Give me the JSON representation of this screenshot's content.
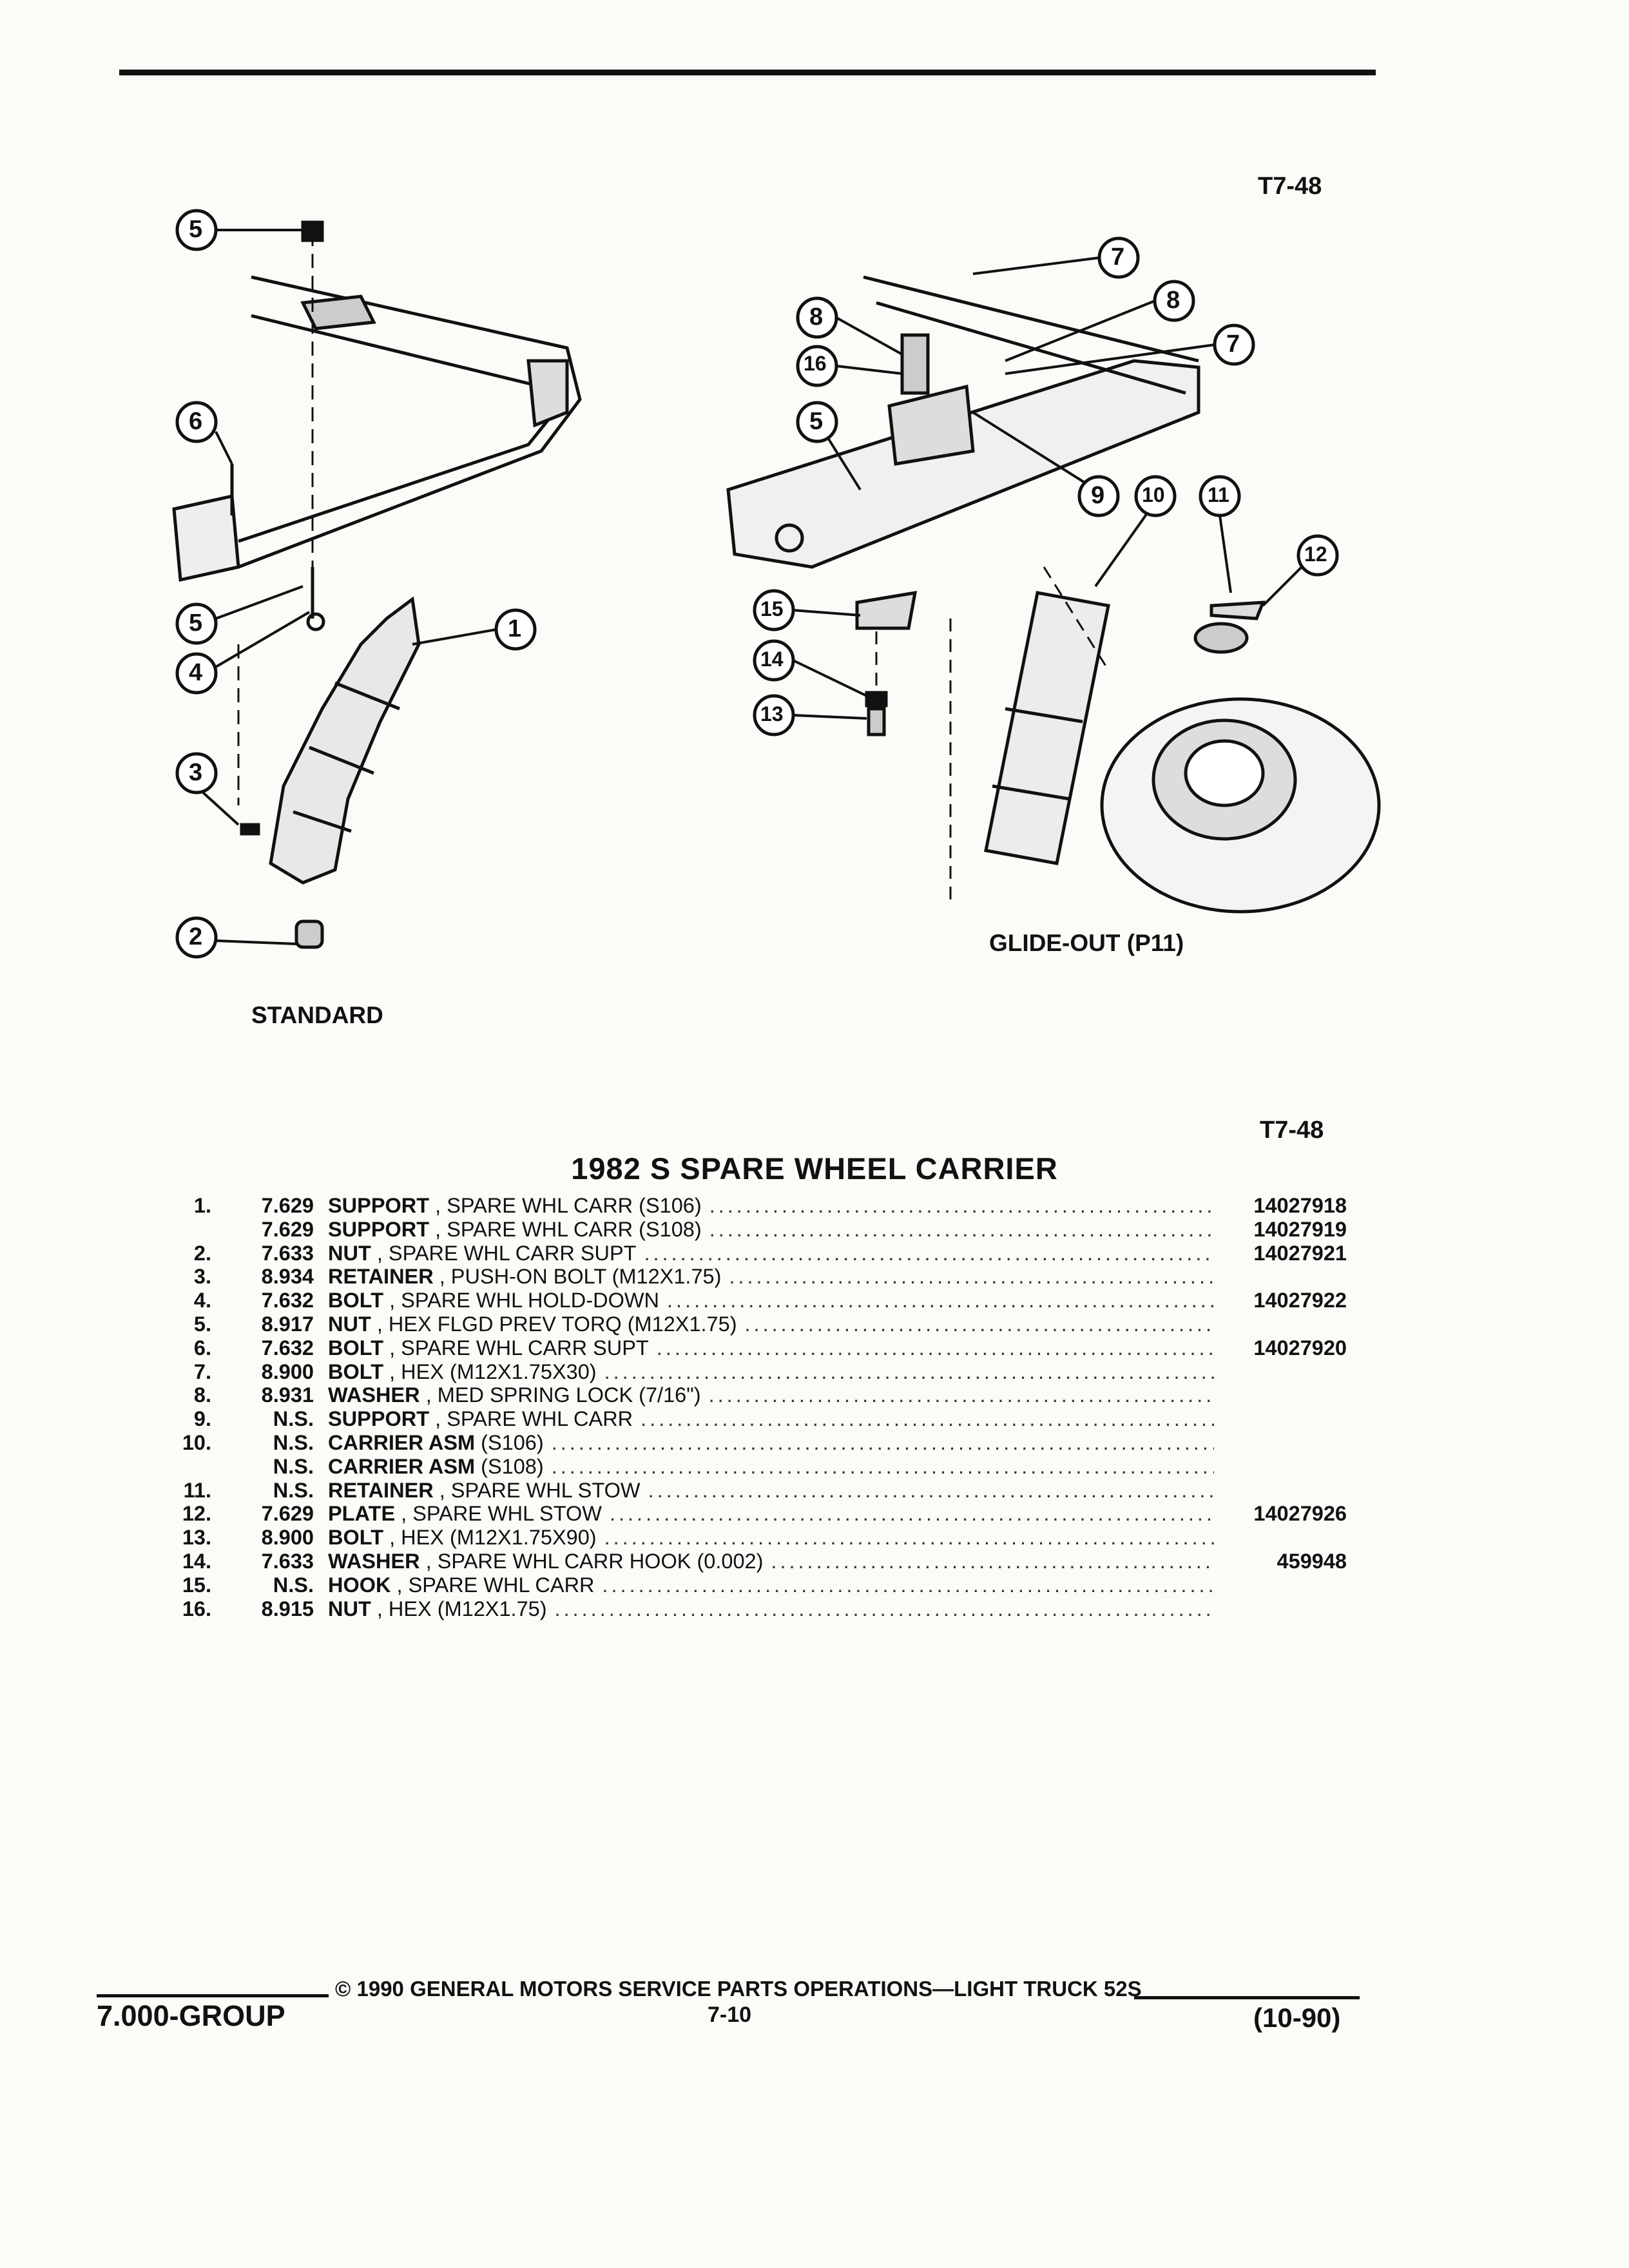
{
  "header": {
    "ref_top": "T7-48"
  },
  "figures": {
    "standard_label": "STANDARD",
    "glide_label": "GLIDE-OUT (P11)",
    "callouts_standard": [
      "5",
      "6",
      "5",
      "4",
      "3",
      "2",
      "1"
    ],
    "callouts_glide": [
      "7",
      "8",
      "7",
      "8",
      "16",
      "5",
      "9",
      "10",
      "11",
      "12",
      "15",
      "14",
      "13"
    ]
  },
  "table": {
    "ref": "T7-48",
    "title": "1982 S SPARE WHEEL CARRIER",
    "rows": [
      {
        "num": "1.",
        "group": "7.629",
        "name": "SUPPORT",
        "rest": ", SPARE WHL CARR (S106)",
        "part": "14027918"
      },
      {
        "num": "",
        "group": "7.629",
        "name": "SUPPORT",
        "rest": ", SPARE WHL CARR (S108)",
        "part": "14027919"
      },
      {
        "num": "2.",
        "group": "7.633",
        "name": "NUT",
        "rest": ", SPARE WHL CARR SUPT",
        "part": "14027921"
      },
      {
        "num": "3.",
        "group": "8.934",
        "name": "RETAINER",
        "rest": ", PUSH-ON BOLT (M12X1.75)",
        "part": ""
      },
      {
        "num": "4.",
        "group": "7.632",
        "name": "BOLT",
        "rest": ", SPARE WHL HOLD-DOWN",
        "part": "14027922"
      },
      {
        "num": "5.",
        "group": "8.917",
        "name": "NUT",
        "rest": ", HEX FLGD PREV TORQ (M12X1.75)",
        "part": ""
      },
      {
        "num": "6.",
        "group": "7.632",
        "name": "BOLT",
        "rest": ", SPARE WHL CARR SUPT",
        "part": "14027920"
      },
      {
        "num": "7.",
        "group": "8.900",
        "name": "BOLT",
        "rest": ", HEX (M12X1.75X30)",
        "part": ""
      },
      {
        "num": "8.",
        "group": "8.931",
        "name": "WASHER",
        "rest": ", MED SPRING LOCK (7/16\")",
        "part": ""
      },
      {
        "num": "9.",
        "group": "N.S.",
        "name": "SUPPORT",
        "rest": ", SPARE WHL CARR",
        "part": ""
      },
      {
        "num": "10.",
        "group": "N.S.",
        "name": "CARRIER ASM",
        "rest": "(S106)",
        "part": ""
      },
      {
        "num": "",
        "group": "N.S.",
        "name": "CARRIER ASM",
        "rest": "(S108)",
        "part": ""
      },
      {
        "num": "11.",
        "group": "N.S.",
        "name": "RETAINER",
        "rest": ", SPARE WHL STOW",
        "part": ""
      },
      {
        "num": "12.",
        "group": "7.629",
        "name": "PLATE",
        "rest": ", SPARE WHL STOW",
        "part": "14027926"
      },
      {
        "num": "13.",
        "group": "8.900",
        "name": "BOLT",
        "rest": ", HEX (M12X1.75X90)",
        "part": ""
      },
      {
        "num": "14.",
        "group": "7.633",
        "name": "WASHER",
        "rest": ", SPARE WHL CARR HOOK (0.002)",
        "part": "459948"
      },
      {
        "num": "15.",
        "group": "N.S.",
        "name": "HOOK",
        "rest": ", SPARE WHL CARR",
        "part": ""
      },
      {
        "num": "16.",
        "group": "8.915",
        "name": "NUT",
        "rest": ", HEX (M12X1.75)",
        "part": ""
      }
    ]
  },
  "footer": {
    "copyright": "© 1990 GENERAL MOTORS SERVICE PARTS OPERATIONS—LIGHT TRUCK 52S",
    "group": "7.000-GROUP",
    "page": "7-10",
    "date": "(10-90)"
  }
}
